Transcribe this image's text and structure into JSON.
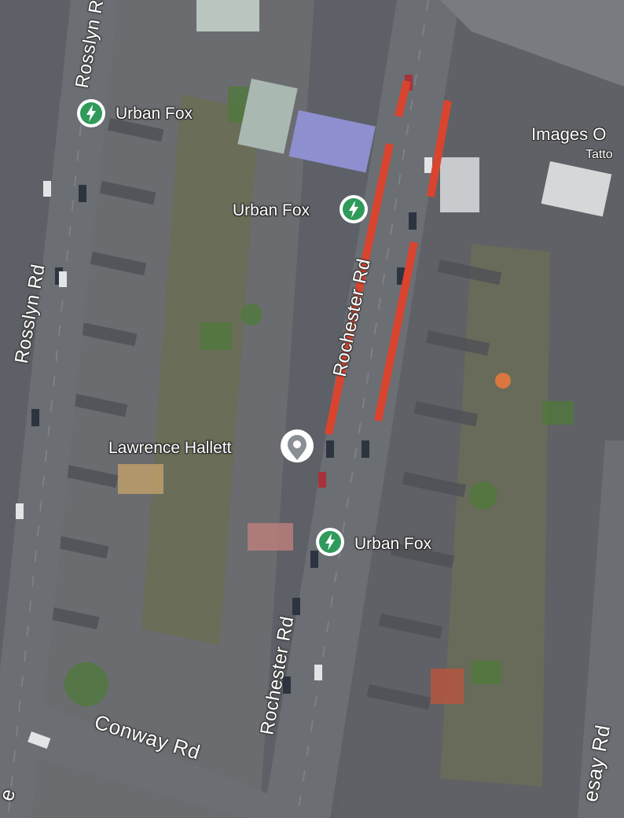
{
  "map": {
    "roads": [
      {
        "id": "rosslyn-top",
        "label": "Rosslyn Rd"
      },
      {
        "id": "rosslyn-mid",
        "label": "Rosslyn Rd"
      },
      {
        "id": "rochester-top",
        "label": "Rochester Rd"
      },
      {
        "id": "rochester-bottom",
        "label": "Rochester Rd"
      },
      {
        "id": "conway",
        "label": "Conway Rd"
      },
      {
        "id": "right-edge",
        "label": "esay Rd"
      },
      {
        "id": "left-edge",
        "label": "e"
      }
    ],
    "places": [
      {
        "id": "urban-fox-1",
        "label": "Urban Fox",
        "icon": "ev-charging-icon"
      },
      {
        "id": "urban-fox-2",
        "label": "Urban Fox",
        "icon": "ev-charging-icon"
      },
      {
        "id": "urban-fox-3",
        "label": "Urban Fox",
        "icon": "ev-charging-icon"
      },
      {
        "id": "lawrence-hallett",
        "label": "Lawrence Hallett",
        "icon": "location-pin-icon"
      }
    ],
    "business": {
      "name": "Images O",
      "subtitle": "Tatto"
    },
    "colors": {
      "highlight_lines": "#d9442f",
      "marker_ring": "#ffffff",
      "marker_fill": "#2f9a5a",
      "pin_fill": "#8a8f96",
      "road": "#6b6e73"
    }
  }
}
